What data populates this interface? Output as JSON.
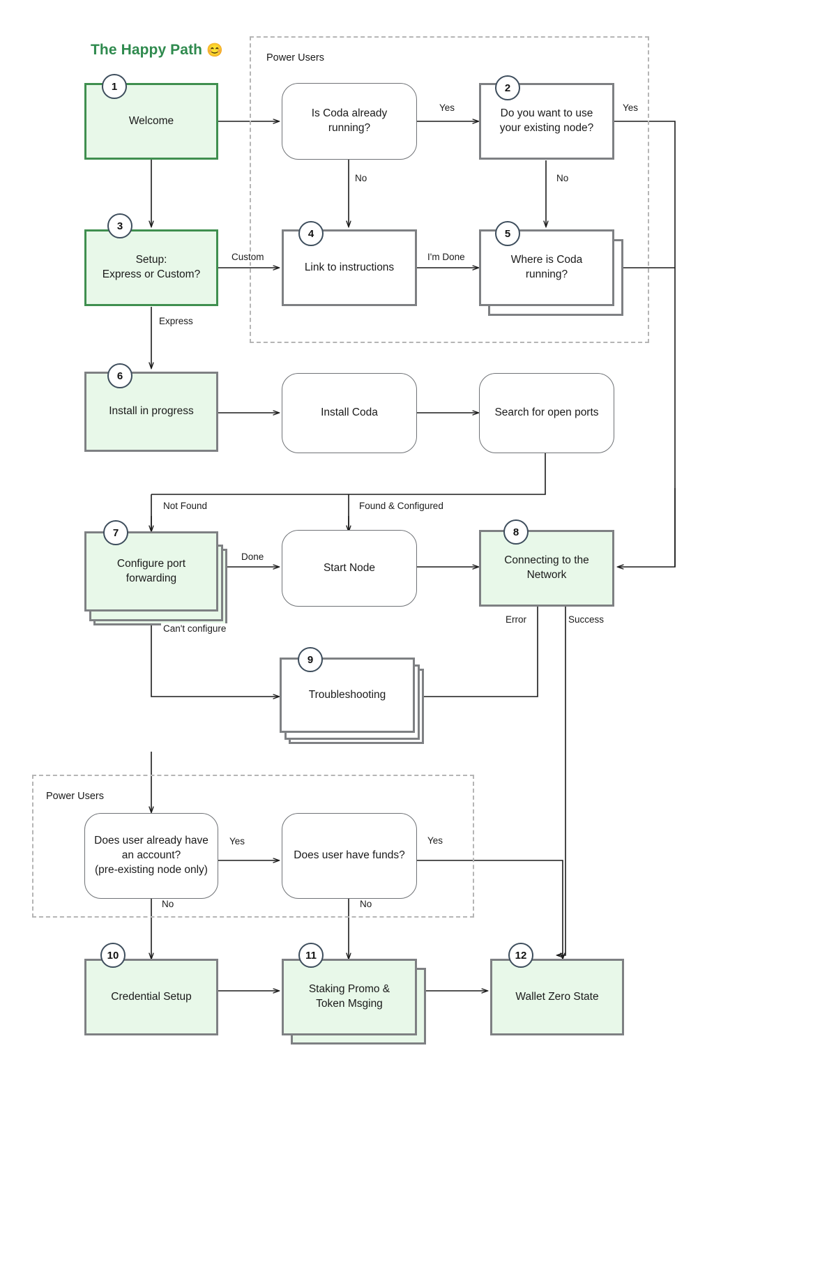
{
  "title": {
    "text": "The Happy Path",
    "emoji": "😊",
    "color": "#2f8a4e"
  },
  "groups": [
    {
      "label": "Power Users"
    },
    {
      "label": "Power Users"
    }
  ],
  "nodes": [
    {
      "id": "welcome",
      "badge": "1",
      "label": "Welcome",
      "style": "screen-green"
    },
    {
      "id": "is-coda-running",
      "badge": "",
      "label": "Is Coda already\nrunning?",
      "style": "rounded"
    },
    {
      "id": "use-existing",
      "badge": "2",
      "label": "Do you want to use\nyour existing node?",
      "style": "rect"
    },
    {
      "id": "setup-mode",
      "badge": "3",
      "label": "Setup:\nExpress or Custom?",
      "style": "screen-green"
    },
    {
      "id": "link-instructions",
      "badge": "4",
      "label": "Link to instructions",
      "style": "rect"
    },
    {
      "id": "where-is-coda",
      "badge": "5",
      "label": "Where is Coda\nrunning?",
      "style": "rect"
    },
    {
      "id": "install-progress",
      "badge": "6",
      "label": "Install in progress",
      "style": "screen-grey"
    },
    {
      "id": "install-coda",
      "badge": "",
      "label": "Install Coda",
      "style": "rounded"
    },
    {
      "id": "search-ports",
      "badge": "",
      "label": "Search for open ports",
      "style": "rounded"
    },
    {
      "id": "configure-port",
      "badge": "7",
      "label": "Configure port\nforwarding",
      "style": "screen-grey"
    },
    {
      "id": "start-node",
      "badge": "",
      "label": "Start Node",
      "style": "rounded"
    },
    {
      "id": "connecting",
      "badge": "8",
      "label": "Connecting to the\nNetwork",
      "style": "screen-grey"
    },
    {
      "id": "troubleshooting",
      "badge": "9",
      "label": "Troubleshooting",
      "style": "rect"
    },
    {
      "id": "has-account",
      "badge": "",
      "label": "Does user already have\nan account?\n(pre-existing node only)",
      "style": "rounded"
    },
    {
      "id": "has-funds",
      "badge": "",
      "label": "Does user have funds?",
      "style": "rounded"
    },
    {
      "id": "credential-setup",
      "badge": "10",
      "label": "Credential Setup",
      "style": "screen-grey"
    },
    {
      "id": "staking-promo",
      "badge": "11",
      "label": "Staking Promo &\nToken Msging",
      "style": "screen-grey"
    },
    {
      "id": "wallet-zero",
      "badge": "12",
      "label": "Wallet Zero State",
      "style": "screen-grey"
    }
  ],
  "edge_labels": [
    {
      "id": "yes-1",
      "text": "Yes"
    },
    {
      "id": "yes-2",
      "text": "Yes"
    },
    {
      "id": "no-1",
      "text": "No"
    },
    {
      "id": "no-2",
      "text": "No"
    },
    {
      "id": "custom",
      "text": "Custom"
    },
    {
      "id": "im-done",
      "text": "I'm Done"
    },
    {
      "id": "express",
      "text": "Express"
    },
    {
      "id": "not-found",
      "text": "Not Found"
    },
    {
      "id": "found-configured",
      "text": "Found & Configured"
    },
    {
      "id": "done",
      "text": "Done"
    },
    {
      "id": "cant-configure",
      "text": "Can't configure"
    },
    {
      "id": "error",
      "text": "Error"
    },
    {
      "id": "success",
      "text": "Success"
    },
    {
      "id": "yes-3",
      "text": "Yes"
    },
    {
      "id": "yes-4",
      "text": "Yes"
    },
    {
      "id": "no-3",
      "text": "No"
    },
    {
      "id": "no-4",
      "text": "No"
    }
  ],
  "colors": {
    "screen_fill": "#e8f8e9",
    "screen_border_green": "#3f8f4f",
    "node_border_grey": "#7e8083",
    "line": "#1a1a1a",
    "group_border": "#b5b5b5",
    "badge_border": "#3d4d5c",
    "title": "#2f8a4e"
  }
}
